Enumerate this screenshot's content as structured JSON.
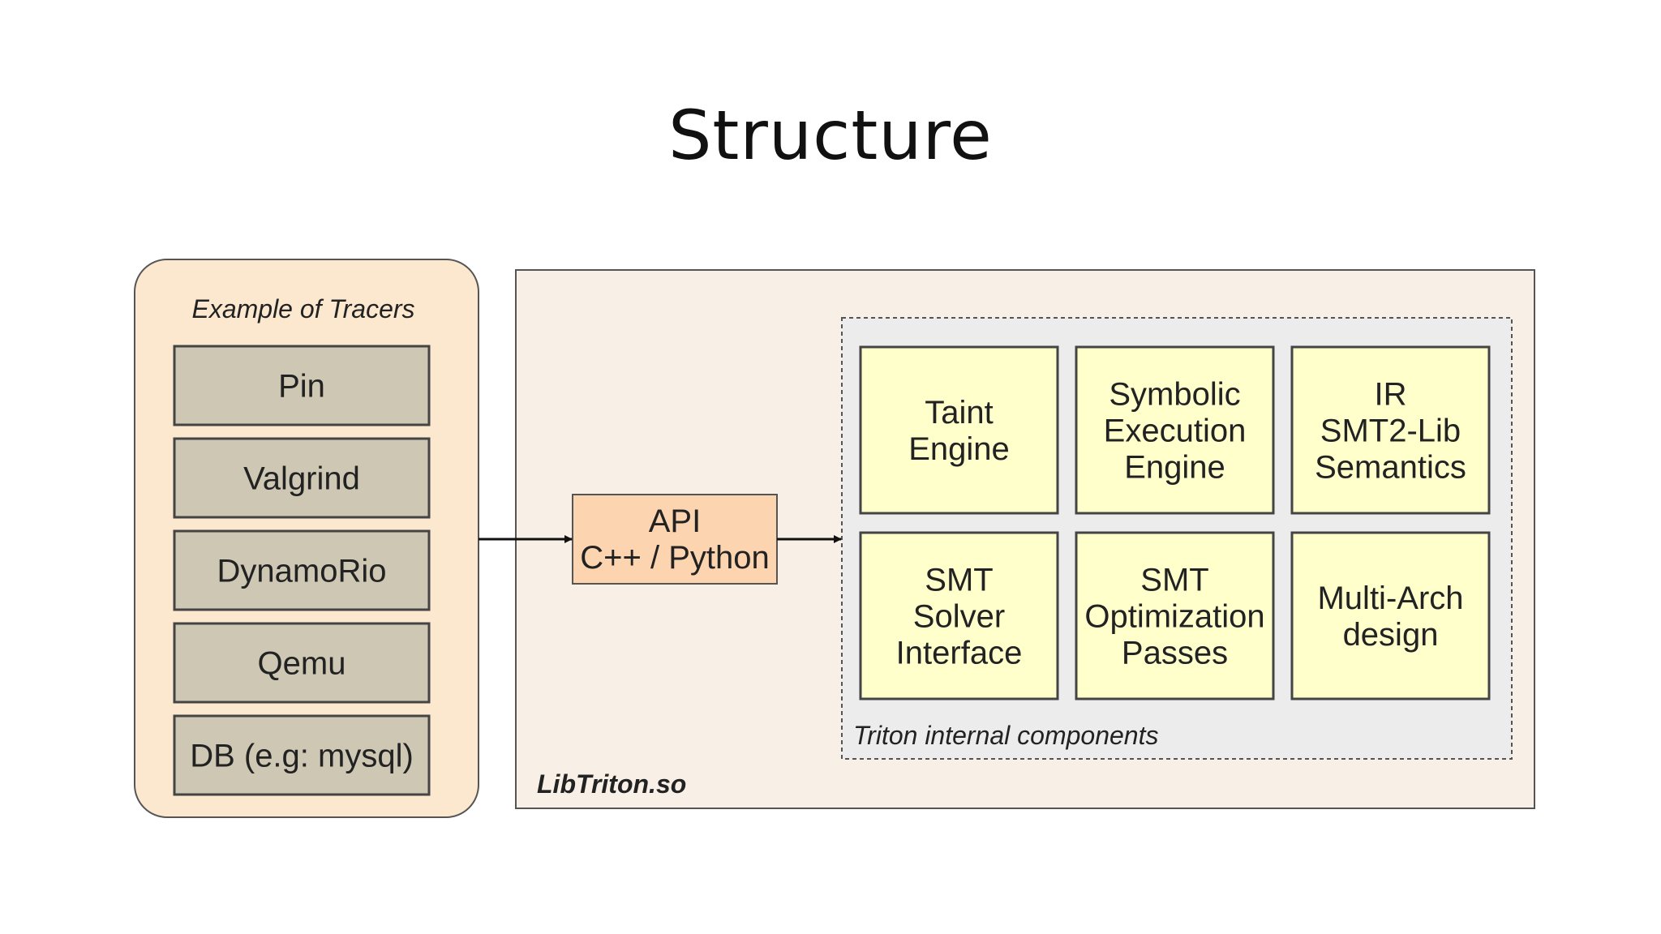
{
  "title": "Structure",
  "tracers": {
    "caption": "Example of Tracers",
    "items": [
      "Pin",
      "Valgrind",
      "DynamoRio",
      "Qemu",
      "DB (e.g: mysql)"
    ]
  },
  "api": {
    "line1": "API",
    "line2": "C++ / Python"
  },
  "lib": {
    "label": "LibTriton.so"
  },
  "internal": {
    "caption": "Triton internal components",
    "components": [
      {
        "lines": [
          "Taint",
          "Engine"
        ]
      },
      {
        "lines": [
          "Symbolic",
          "Execution",
          "Engine"
        ]
      },
      {
        "lines": [
          "IR",
          "SMT2-Lib",
          "Semantics"
        ]
      },
      {
        "lines": [
          "SMT",
          "Solver",
          "Interface"
        ]
      },
      {
        "lines": [
          "SMT",
          "Optimization",
          "Passes"
        ]
      },
      {
        "lines": [
          "Multi-Arch",
          "design"
        ]
      }
    ]
  },
  "colors": {
    "tracer_panel": "#fbe8cf",
    "tracer_box": "#cdc7b3",
    "lib_panel": "#f8efe6",
    "internal_panel": "#ececec",
    "component_box": "#ffffcc",
    "api_box": "#fcd5b0"
  }
}
